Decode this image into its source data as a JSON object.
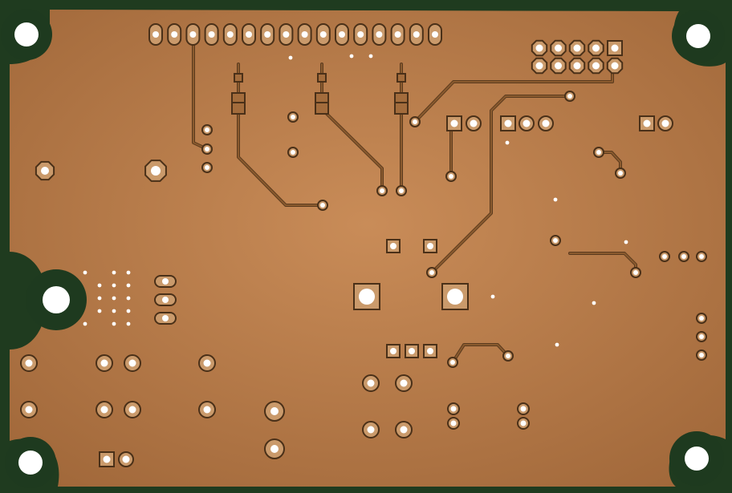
{
  "board": {
    "substrate_color": "#1e3a1f",
    "copper_light": "#c98c58",
    "copper_dark": "#9e6334",
    "trace_color": "#8a5a2e",
    "trace_edge": "#5b3b1e",
    "pad_color": "#ca9a6b",
    "pad_ring": "#4a3018",
    "hole_color": "#ffffff",
    "mounting_hole_count": 5,
    "header_pin_count": 16,
    "box_header_pins": "2x5"
  }
}
